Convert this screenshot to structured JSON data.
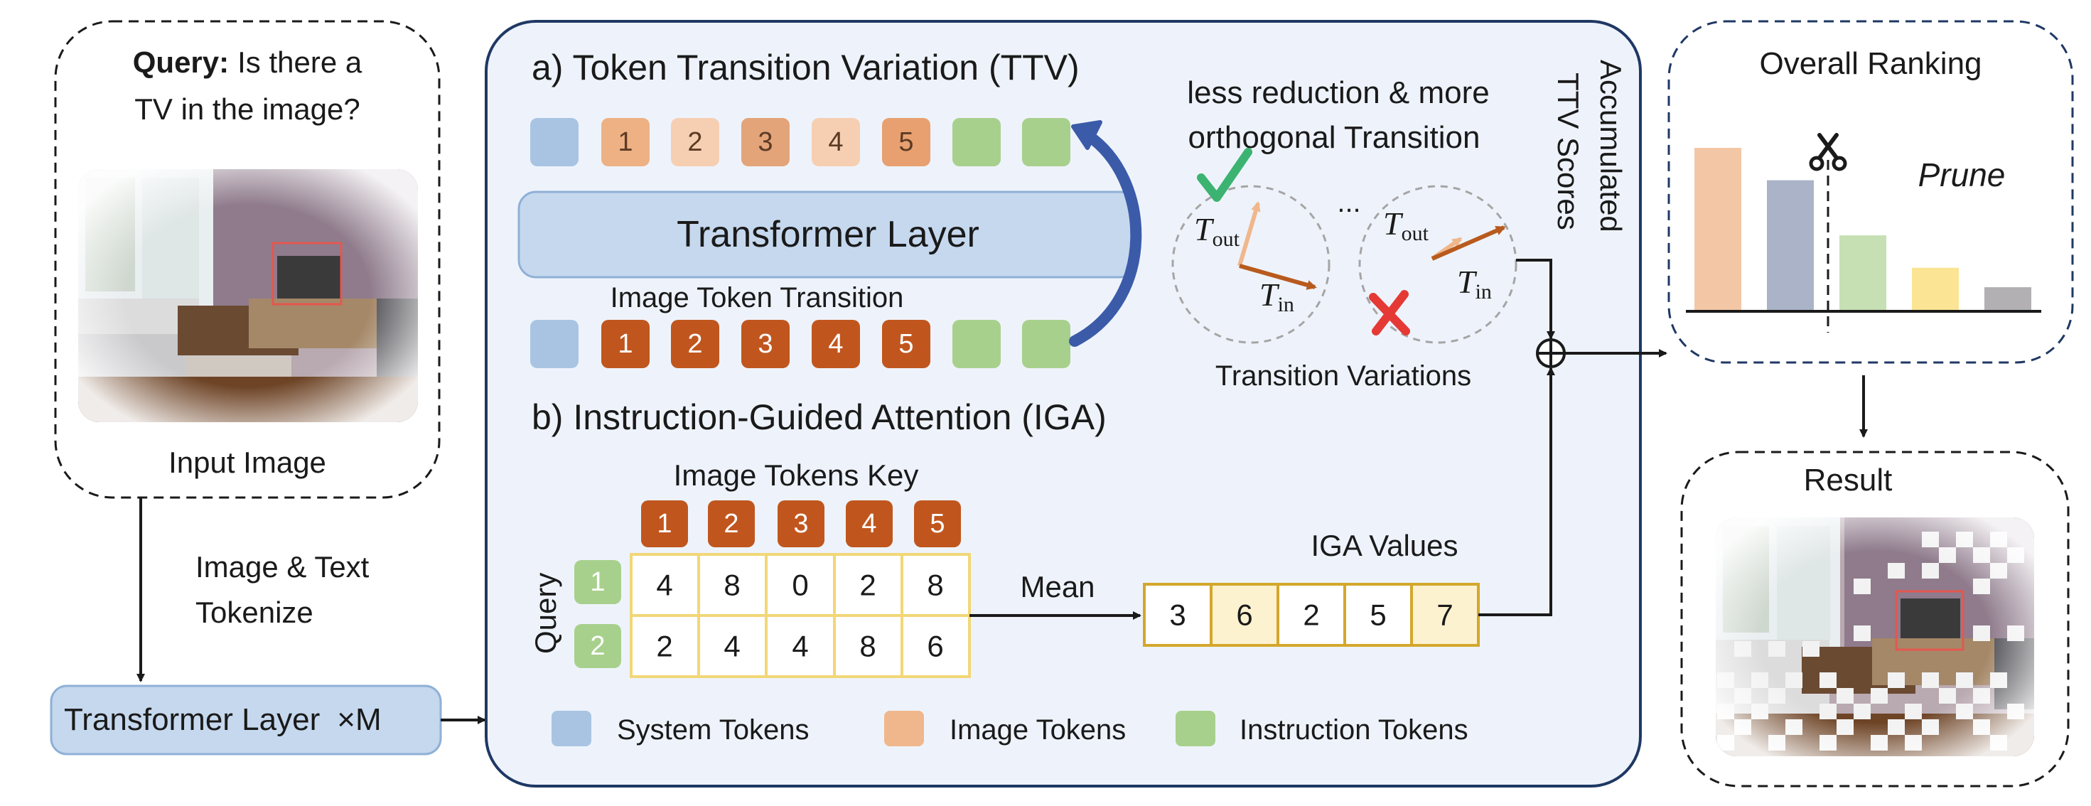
{
  "colors": {
    "system_token": "#a9c4e3",
    "image_token_light": "#f0b78c",
    "image_token_dark": "#c0561e",
    "instruction_token": "#a8d08d",
    "transformer_fill": "#c5d8ee",
    "main_panel_fill": "#eef3fb",
    "main_panel_border": "#1f3864",
    "iga_border": "#d4a72c",
    "iga_fill": "#fdf2cf",
    "attn_border": "#f2d777",
    "check": "#3cb371",
    "cross": "#e53935",
    "arrow_blue": "#3b5ba9"
  },
  "left": {
    "query_bold": "Query:",
    "query_line1": "Is there a",
    "query_line2": "TV in the image?",
    "input_image_label": "Input Image",
    "tokenize_line1": "Image & Text",
    "tokenize_line2": "Tokenize",
    "transformer_label": "Transformer Layer",
    "transformer_mult": "×M"
  },
  "ttv": {
    "title": "a) Token Transition Variation (TTV)",
    "top_tokens": [
      "1",
      "2",
      "3",
      "4",
      "5"
    ],
    "bottom_tokens": [
      "1",
      "2",
      "3",
      "4",
      "5"
    ],
    "transformer_label": "Transformer Layer",
    "transition_label": "Image Token Transition",
    "note_line1": "less reduction & more",
    "note_line2": "orthogonal Transition",
    "t_out": "T",
    "t_out_sub": "out",
    "t_in": "T",
    "t_in_sub": "in",
    "ellipsis": "...",
    "variations_label": "Transition Variations",
    "accumulated_line1": "Accumulated",
    "accumulated_line2": "TTV Scores"
  },
  "iga": {
    "title": "b) Instruction-Guided Attention (IGA)",
    "key_label": "Image Tokens Key",
    "keys": [
      "1",
      "2",
      "3",
      "4",
      "5"
    ],
    "query_label": "Query",
    "queries": [
      "1",
      "2"
    ],
    "matrix": [
      [
        "4",
        "8",
        "0",
        "2",
        "8"
      ],
      [
        "2",
        "4",
        "4",
        "8",
        "6"
      ]
    ],
    "mean_label": "Mean",
    "values_label": "IGA Values",
    "values": [
      "3",
      "6",
      "2",
      "5",
      "7"
    ]
  },
  "legend": {
    "system": "System Tokens",
    "image": "Image Tokens",
    "instruction": "Instruction Tokens"
  },
  "ranking": {
    "title": "Overall Ranking",
    "prune_label": "Prune",
    "bar_values": [
      5,
      4,
      2.3,
      1.3,
      0.7
    ],
    "bar_colors": [
      "#f3c7a6",
      "#aab3c8",
      "#c6e0b4",
      "#fbe594",
      "#b3b0b3"
    ]
  },
  "result": {
    "title": "Result"
  }
}
